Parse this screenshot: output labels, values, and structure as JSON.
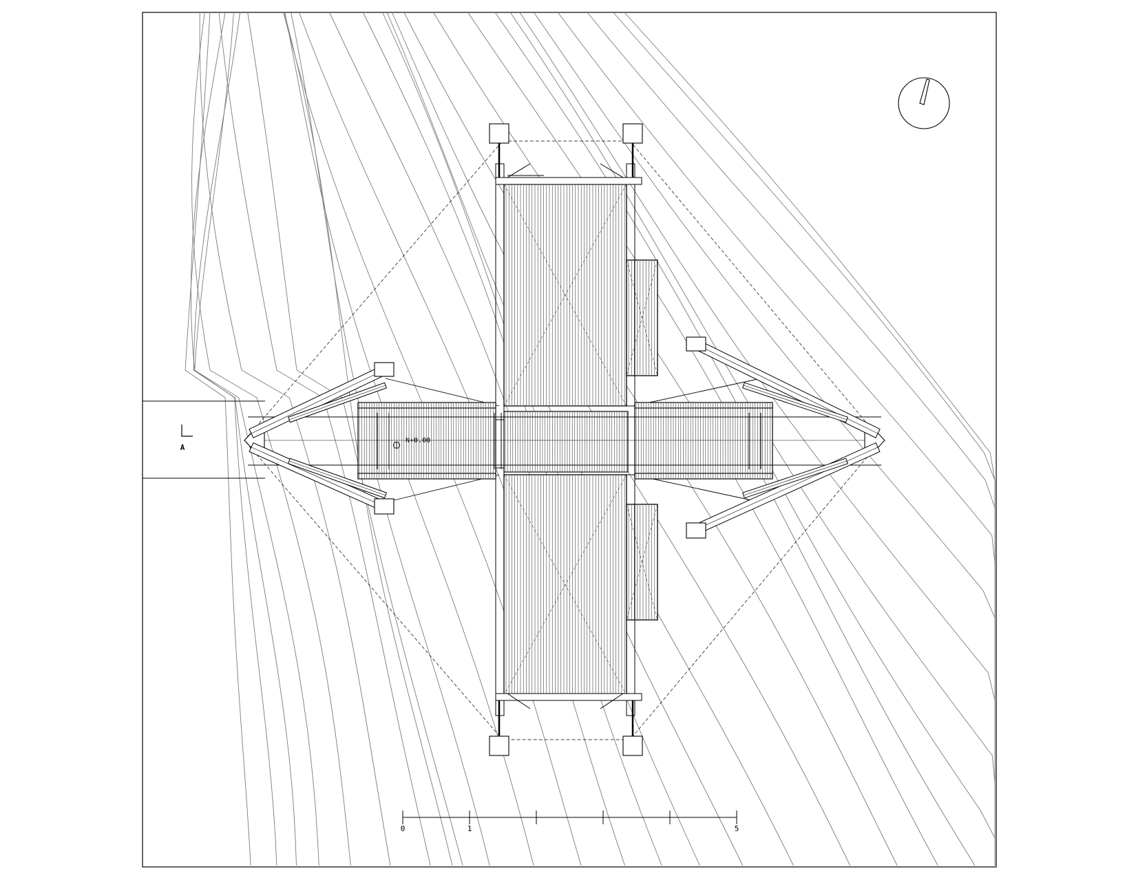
{
  "drawing": {
    "section_marker": "A",
    "level_mark": "N+0.00",
    "scale_bar": {
      "labels": [
        "0",
        "1",
        "5"
      ],
      "ticks": [
        0,
        1,
        2,
        3,
        4,
        5
      ]
    },
    "colors": {
      "ink": "#000000",
      "paper": "#ffffff",
      "terrain": "#7a7a7a"
    },
    "icons": [
      "north-arrow-icon",
      "level-datum-icon",
      "section-cut-icon"
    ]
  }
}
